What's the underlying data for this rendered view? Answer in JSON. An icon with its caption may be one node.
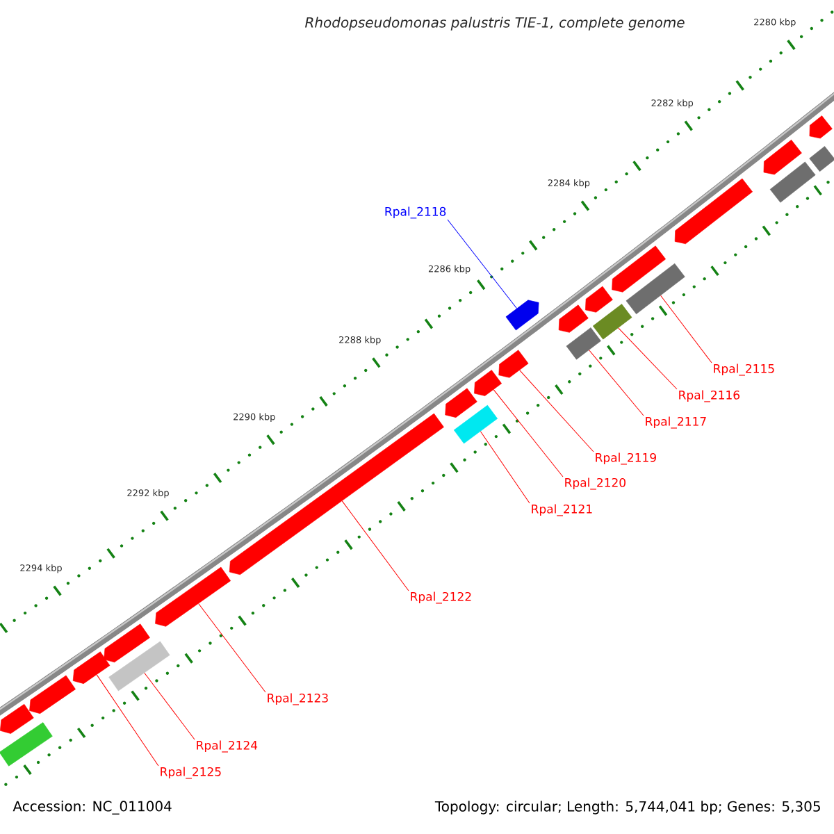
{
  "diagram": {
    "title": "Rhodopseudomonas palustris TIE-1, complete genome",
    "nodes": [
      {
        "text": [
          "Rpal_2118"
        ]
      },
      {
        "text": [
          "Rpal_2115"
        ]
      },
      {
        "text": [
          "Rpal_2116"
        ]
      },
      {
        "text": [
          "Rpal_2117"
        ]
      },
      {
        "text": [
          "Rpal_2119"
        ]
      },
      {
        "text": [
          "Rpal_2120"
        ]
      },
      {
        "text": [
          "Rpal_2121"
        ]
      },
      {
        "text": [
          "Rpal_2122"
        ]
      },
      {
        "text": [
          "Rpal_2123"
        ]
      },
      {
        "text": [
          "Rpal_2124"
        ]
      },
      {
        "text": [
          "Rpal_2125"
        ]
      },
      {
        "text": [],
        "shape": "pentagon"
      },
      {
        "text": [],
        "shape": "box"
      },
      {
        "text": [],
        "shape": "pentagon"
      },
      {
        "text": [],
        "shape": "pentagon"
      },
      {
        "text": [],
        "shape": "pentagon"
      },
      {
        "text": [],
        "shape": "box"
      },
      {
        "text": [],
        "shape": "pentagon"
      },
      {
        "text": [],
        "shape": "pentagon"
      },
      {
        "text": [],
        "shape": "pentagon"
      },
      {
        "text": [],
        "shape": "box"
      },
      {
        "text": [],
        "shape": "pentagon"
      },
      {
        "text": [],
        "shape": "pentagon"
      },
      {
        "text": [],
        "shape": "pentagon"
      },
      {
        "text": [],
        "shape": "pentagon"
      },
      {
        "text": [],
        "shape": "box"
      },
      {
        "text": [],
        "shape": "pentagon"
      },
      {
        "text": [],
        "shape": "box"
      },
      {
        "text": [],
        "shape": "pentagon"
      },
      {
        "text": [],
        "shape": "box"
      },
      {
        "text": [],
        "shape": "pentagon"
      },
      {
        "text": [],
        "shape": "pentagon"
      },
      {
        "text": [],
        "shape": "box"
      },
      {
        "text": [],
        "shape": "pentagon"
      },
      {
        "text": [],
        "shape": "box"
      }
    ],
    "edges": [
      {
        "from": 0,
        "to": 23,
        "arrow": "none",
        "color": "#0000ff"
      },
      {
        "from": 1,
        "to": 29,
        "arrow": "none"
      },
      {
        "from": 2,
        "to": 27,
        "arrow": "none"
      },
      {
        "from": 3,
        "to": 25,
        "arrow": "none"
      },
      {
        "from": 4,
        "to": 22,
        "arrow": "none"
      },
      {
        "from": 5,
        "to": 21,
        "arrow": "none"
      },
      {
        "from": 6,
        "to": 20,
        "arrow": "none"
      },
      {
        "from": 7,
        "to": 18,
        "arrow": "none"
      },
      {
        "from": 8,
        "to": 17,
        "arrow": "none"
      },
      {
        "from": 9,
        "to": 16,
        "arrow": "none"
      },
      {
        "from": 10,
        "to": 14,
        "arrow": "none"
      }
    ],
    "labels": [
      "2280 kbp",
      "2282 kbp",
      "2284 kbp",
      "2286 kbp",
      "2288 kbp",
      "2290 kbp",
      "2292 kbp",
      "2294 kbp",
      "Accession: NC_011004",
      "Topology: circular; Length: 5,744,041 bp; Genes: 5,305"
    ]
  }
}
